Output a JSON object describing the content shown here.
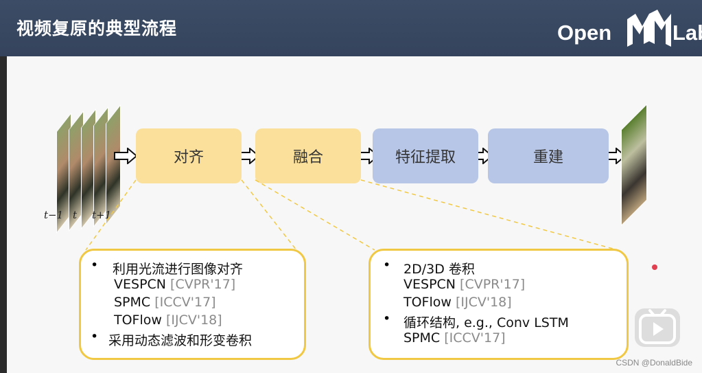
{
  "header": {
    "title": "视频复原的典型流程",
    "logo_left": "Open",
    "logo_right": "Lab"
  },
  "frames": {
    "labels": [
      "t−1",
      "t",
      "t+1"
    ]
  },
  "pipeline": [
    {
      "label": "对齐",
      "color": "yellow"
    },
    {
      "label": "融合",
      "color": "yellow"
    },
    {
      "label": "特征提取",
      "color": "blue"
    },
    {
      "label": "重建",
      "color": "blue"
    }
  ],
  "align_panel": {
    "bullet1": "利用光流进行图像对齐",
    "items": [
      {
        "name": "VESPCN",
        "ref": "[CVPR'17]"
      },
      {
        "name": "SPMC",
        "ref": "[ICCV'17]"
      },
      {
        "name": "TOFlow",
        "ref": "[IJCV'18]"
      }
    ],
    "bullet2": "采用动态滤波和形变卷积"
  },
  "fusion_panel": {
    "bullet1": "2D/3D 卷积",
    "items1": [
      {
        "name": "VESPCN",
        "ref": "[CVPR'17]"
      },
      {
        "name": "TOFlow",
        "ref": "[IJCV'18]"
      }
    ],
    "bullet2": "循环结构, e.g., Conv LSTM",
    "items2": [
      {
        "name": "SPMC",
        "ref": "[ICCV'17]"
      }
    ]
  },
  "watermark": "CSDN @DonaldBide",
  "colors": {
    "header": "#3c4c66",
    "yellow": "#fae09b",
    "blue": "#b7c6e6",
    "panel_border": "#f0c843"
  }
}
